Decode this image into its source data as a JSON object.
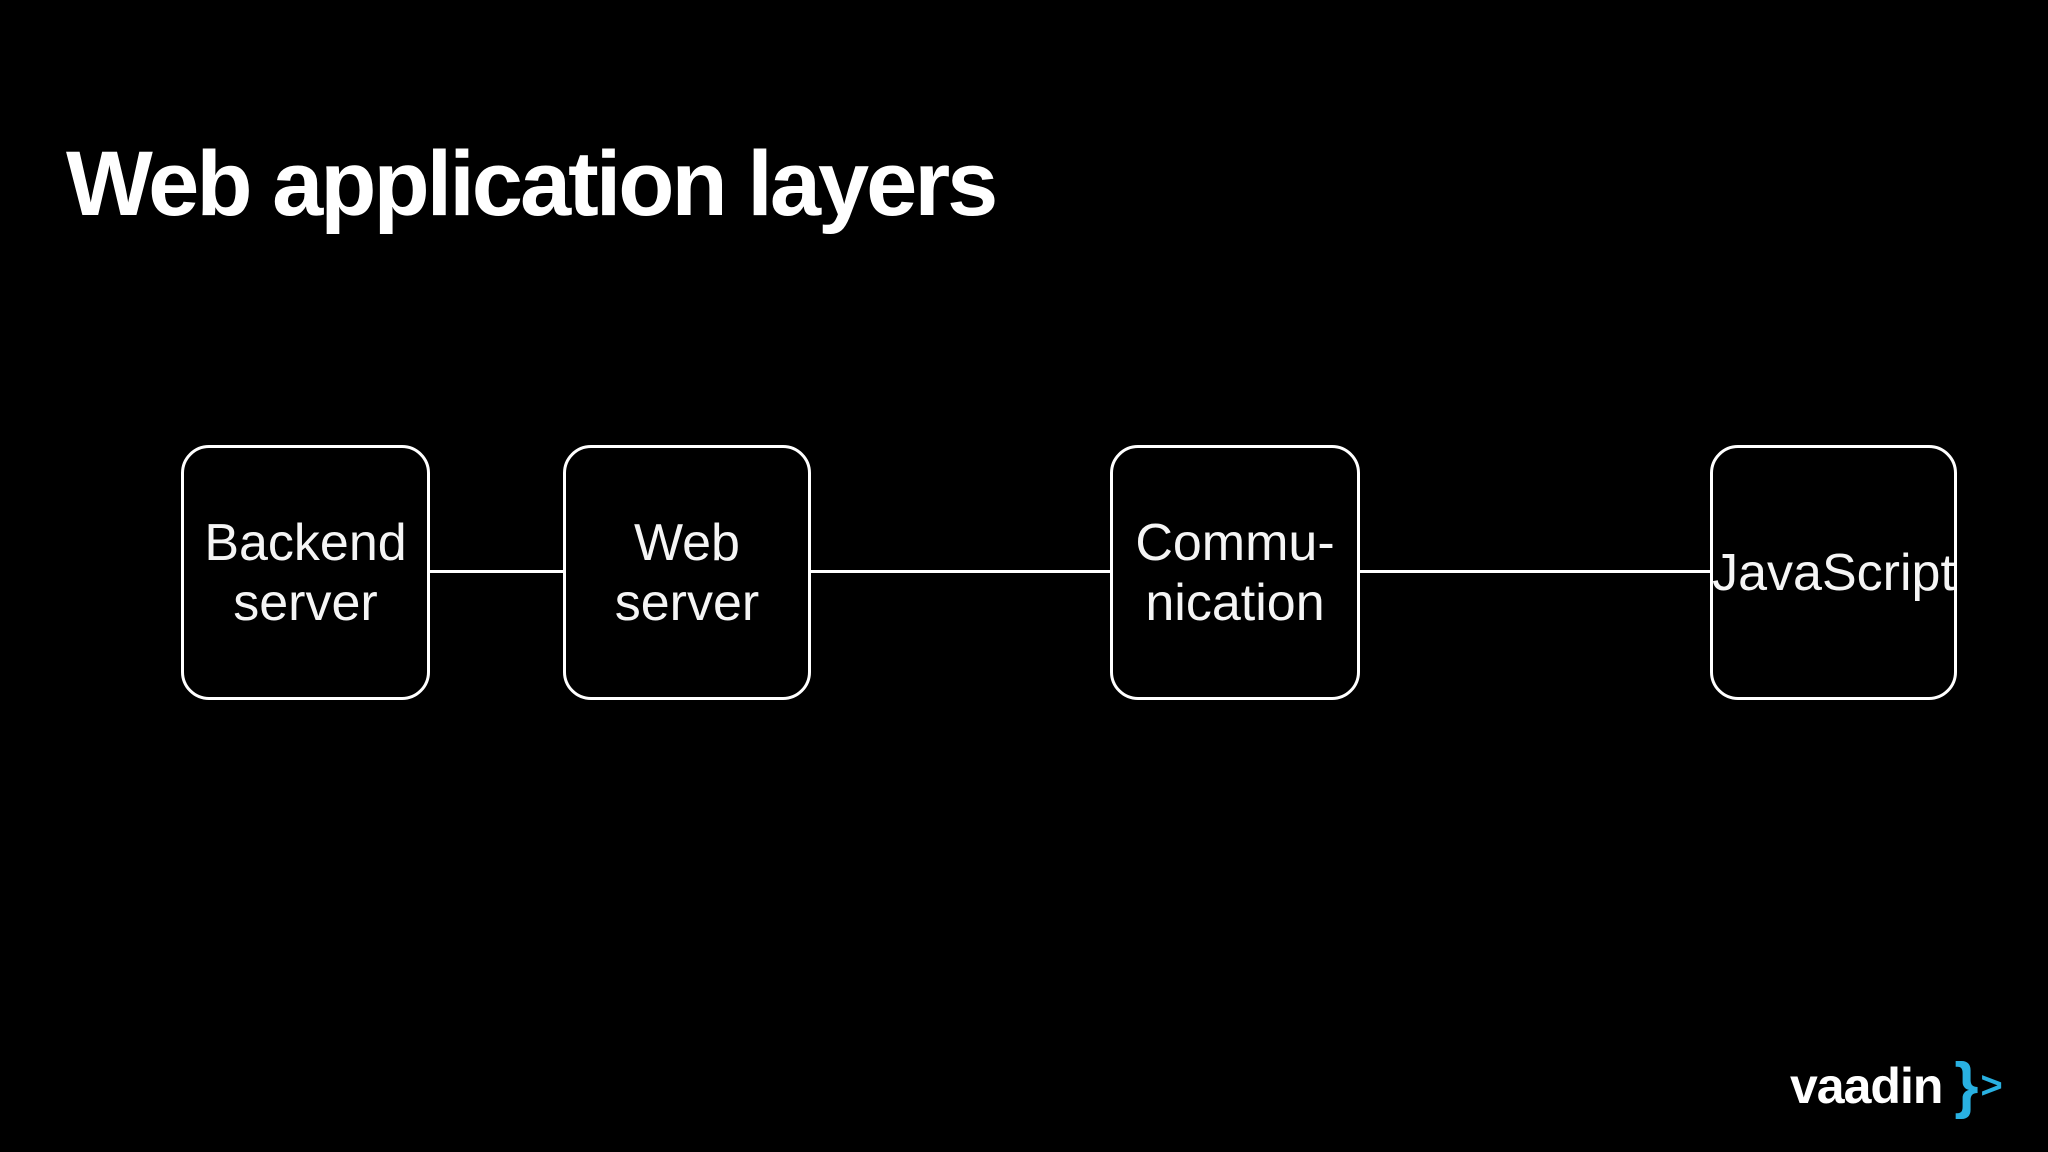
{
  "slide": {
    "title": "Web application layers",
    "background_color": "#000000",
    "text_color": "#ffffff"
  },
  "diagram": {
    "connector_color": "#ffffff",
    "nodes": [
      {
        "name": "backend-server",
        "lines": [
          "Backend",
          "server"
        ]
      },
      {
        "name": "web-server",
        "lines": [
          "Web",
          "server"
        ]
      },
      {
        "name": "communication",
        "lines": [
          "Commu-",
          "nication"
        ]
      },
      {
        "name": "javascript",
        "lines": [
          "JavaScript"
        ]
      }
    ]
  },
  "logo": {
    "wordmark": "vaadin",
    "brace": "}",
    "chevron": ">",
    "accent_color": "#29b1e2"
  }
}
